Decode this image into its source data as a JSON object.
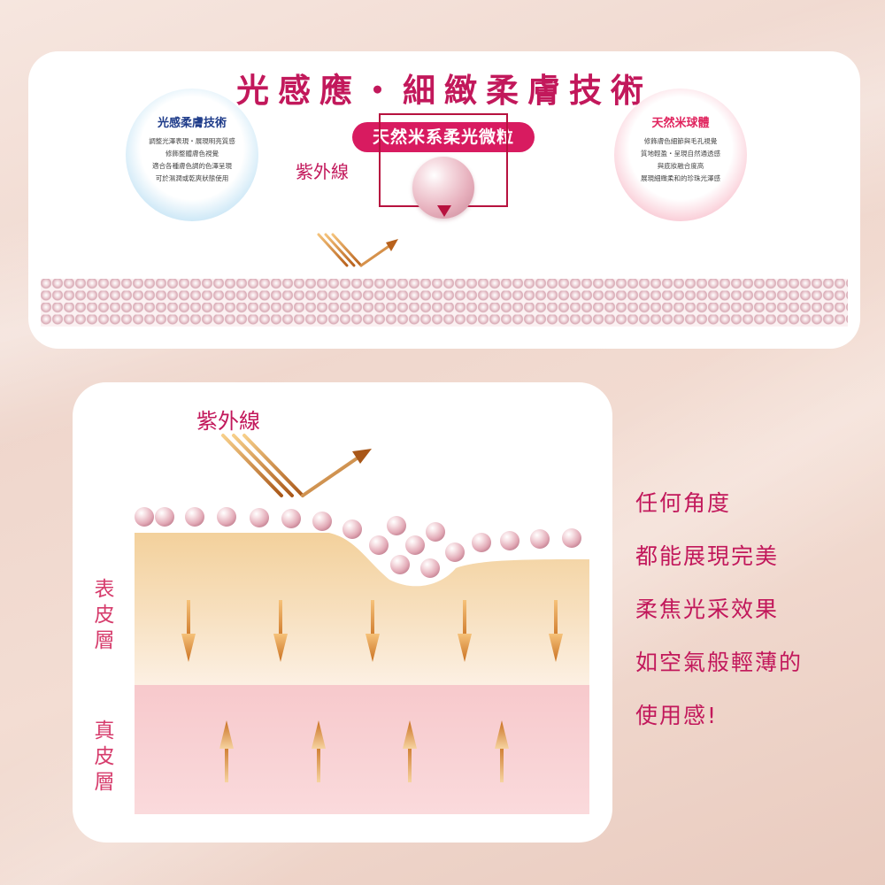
{
  "top": {
    "title": "光感應・細緻柔膚技術",
    "pill_label": "天然米系柔光微粒",
    "uv_label": "紫外線",
    "left_circle": {
      "title": "光感柔膚技術",
      "lines": [
        "調整光澤表現・展現明亮質感",
        "修飾整體膚色視覺",
        "適合各種膚色調的色澤呈現",
        "可於濕潤或乾爽狀態使用"
      ]
    },
    "right_circle": {
      "title": "天然米球體",
      "lines": [
        "修飾膚色細節與毛孔視覺",
        "質地輕盈・呈現自然通透感",
        "與底妝融合度高",
        "展現細緻柔和的珍珠光澤感"
      ]
    }
  },
  "bottom": {
    "uv_label": "紫外線",
    "epidermis_label": "表皮層",
    "dermis_label": "真皮層"
  },
  "description": {
    "lines": [
      "任何角度",
      "都能展現完美",
      "柔焦光采效果",
      "如空氣般輕薄的",
      "使用感!"
    ]
  },
  "colors": {
    "brand_magenta": "#c2185b",
    "pill_bg": "#d81b60",
    "arrow_gold": "#d98a2b",
    "epidermis": "#f3d19c",
    "dermis": "#f7c9cc"
  }
}
